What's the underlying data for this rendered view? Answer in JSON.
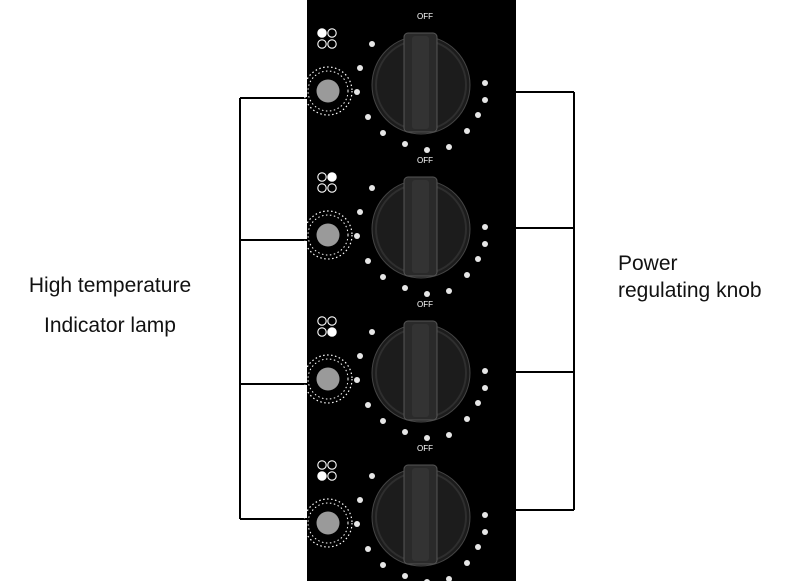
{
  "labels": {
    "left_line1": "High temperature",
    "left_line2": "Indicator lamp",
    "right_line1": "Power",
    "right_line2": "regulating knob"
  },
  "colors": {
    "panel": "#000000",
    "knob": "#1c1c1c",
    "grip": "#2a2a2a",
    "lamp": "#9a9a9a",
    "dots": "#e6e6e6",
    "leader_lines": "#000000"
  },
  "burners": [
    {
      "off_label": "OFF",
      "zone_icon": "burner-zone-top-left-icon",
      "lamp_icon": "indicator-lamp-icon",
      "knob_icon": "power-knob-icon"
    },
    {
      "off_label": "OFF",
      "zone_icon": "burner-zone-top-right-icon",
      "lamp_icon": "indicator-lamp-icon",
      "knob_icon": "power-knob-icon"
    },
    {
      "off_label": "OFF",
      "zone_icon": "burner-zone-bottom-right-icon",
      "lamp_icon": "indicator-lamp-icon",
      "knob_icon": "power-knob-icon"
    },
    {
      "off_label": "OFF",
      "zone_icon": "burner-zone-bottom-left-icon",
      "lamp_icon": "indicator-lamp-icon",
      "knob_icon": "power-knob-icon"
    }
  ]
}
